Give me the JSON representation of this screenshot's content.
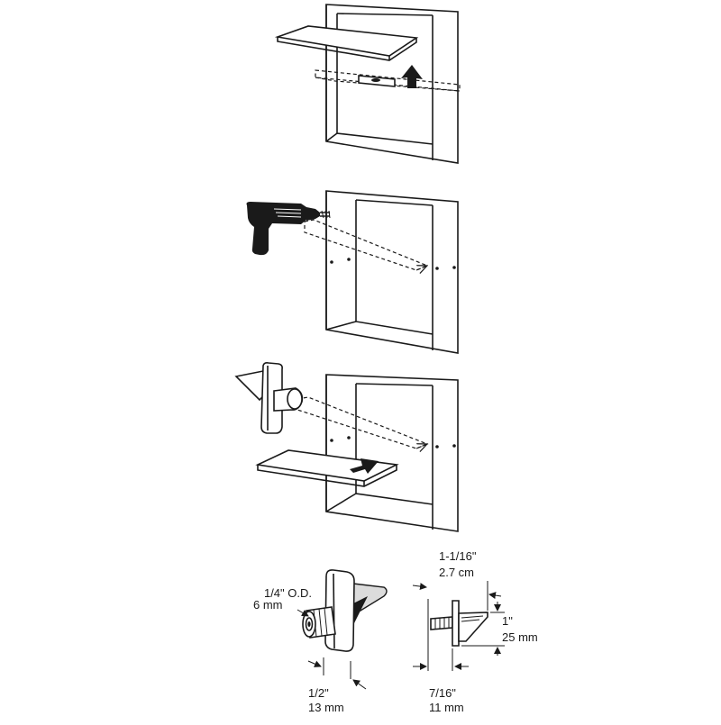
{
  "dimensions": {
    "post_diameter": {
      "imperial": "1/4\" O.D.",
      "metric": "6 mm"
    },
    "plate_width": {
      "imperial": "1/2\"",
      "metric": "13 mm"
    },
    "overall_length": {
      "imperial": "1-1/16\"",
      "metric": "2.7 cm"
    },
    "support_height": {
      "imperial": "1\"",
      "metric": "25 mm"
    },
    "post_length": {
      "imperial": "7/16\"",
      "metric": "11 mm"
    }
  }
}
